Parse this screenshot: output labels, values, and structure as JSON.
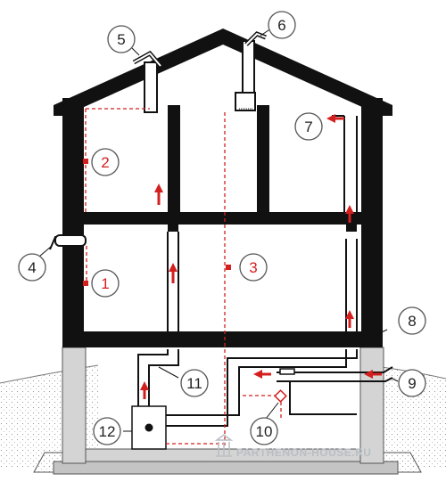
{
  "labels": {
    "l1": "1",
    "l2": "2",
    "l3": "3",
    "l4": "4",
    "l5": "5",
    "l6": "6",
    "l7": "7",
    "l8": "8",
    "l9": "9",
    "l10": "10",
    "l11": "11",
    "l12": "12"
  },
  "watermark": "PARTHENON-HOUSE.RU",
  "colors": {
    "wall": "#111111",
    "air_red": "#d41f1f",
    "ground": "#e9e9e9",
    "foundation": "#c4c4c4"
  }
}
